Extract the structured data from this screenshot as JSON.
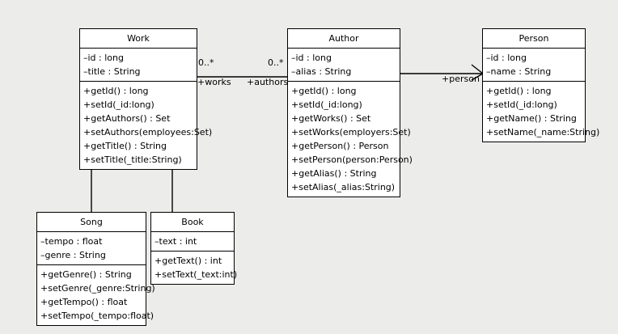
{
  "diagram": {
    "title": "UML Class Diagram",
    "background_color": "#ececeb",
    "box_fill_color": "#ffffff",
    "line_color": "#000000"
  },
  "classes": {
    "work": {
      "name": "Work",
      "attributes": [
        "–id : long",
        "–title : String"
      ],
      "methods": [
        "+getId() : long",
        "+setId(_id:long)",
        "+getAuthors() : Set",
        "+setAuthors(employees:Set)",
        "+getTitle() : String",
        "+setTitle(_title:String)"
      ]
    },
    "author": {
      "name": "Author",
      "attributes": [
        "–id : long",
        "–alias : String"
      ],
      "methods": [
        "+getId() : long",
        "+setId(_id:long)",
        "+getWorks() : Set",
        "+setWorks(employers:Set)",
        "+getPerson() : Person",
        "+setPerson(person:Person)",
        "+getAlias() : String",
        "+setAlias(_alias:String)"
      ]
    },
    "person": {
      "name": "Person",
      "attributes": [
        "–id : long",
        "–name : String"
      ],
      "methods": [
        "+getId() : long",
        "+setId(_id:long)",
        "+getName() : String",
        "+setName(_name:String)"
      ]
    },
    "song": {
      "name": "Song",
      "attributes": [
        "–tempo : float",
        "–genre : String"
      ],
      "methods": [
        "+getGenre() : String",
        "+setGenre(_genre:String)",
        "+getTempo() : float",
        "+setTempo(_tempo:float)"
      ]
    },
    "book": {
      "name": "Book",
      "attributes": [
        "–text : int"
      ],
      "methods": [
        "+getText() : int",
        "+setText(_text:int)"
      ]
    }
  },
  "relationships": {
    "work_author": {
      "type": "association",
      "source_multiplicity": "0..*",
      "target_multiplicity": "0..*",
      "source_role": "+works",
      "target_role": "+authors"
    },
    "author_person": {
      "type": "directed-association",
      "target_role": "+person"
    },
    "song_work": {
      "type": "generalization"
    },
    "book_work": {
      "type": "generalization"
    }
  }
}
